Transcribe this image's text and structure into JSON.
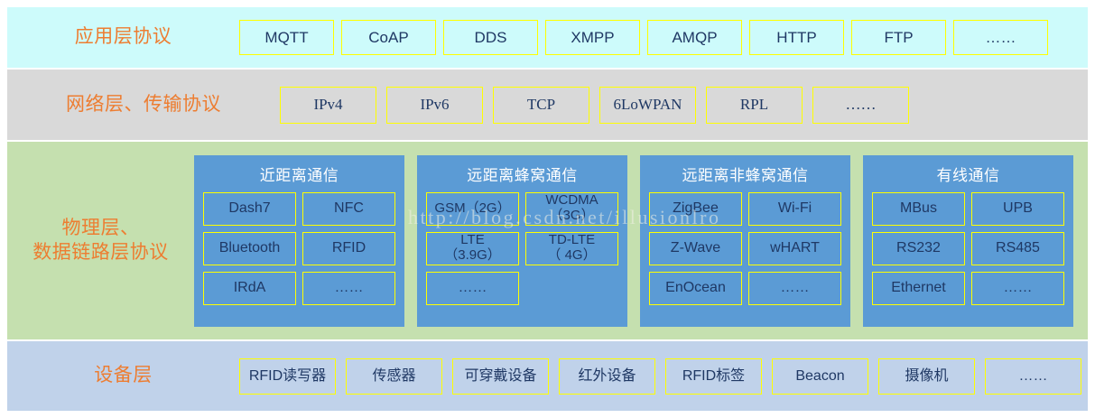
{
  "layers": {
    "application": {
      "title": "应用层协议",
      "bg": "#cdfbfb",
      "items": [
        "MQTT",
        "CoAP",
        "DDS",
        "XMPP",
        "AMQP",
        "HTTP",
        "FTP",
        "……"
      ]
    },
    "network": {
      "title": "网络层、传输协议",
      "bg": "#d9d9d9",
      "items": [
        "IPv4",
        "IPv6",
        "TCP",
        "6LoWPAN",
        "RPL",
        "……"
      ]
    },
    "physical": {
      "title": "物理层、\n数据链路层协议",
      "bg": "#c5e0af",
      "groups": [
        {
          "title": "近距离通信",
          "items": [
            "Dash7",
            "NFC",
            "Bluetooth",
            "RFID",
            "IRdA",
            "……"
          ]
        },
        {
          "title": "远距离蜂窝通信",
          "items": [
            "GSM（2G）",
            "WCDMA\n（3G）",
            "LTE\n（3.9G）",
            "TD-LTE\n（ 4G）",
            "……",
            ""
          ]
        },
        {
          "title": "远距离非蜂窝通信",
          "items": [
            "ZigBee",
            "Wi-Fi",
            "Z-Wave",
            "wHART",
            "EnOcean",
            "……"
          ]
        },
        {
          "title": "有线通信",
          "items": [
            "MBus",
            "UPB",
            "RS232",
            "RS485",
            "Ethernet",
            "……"
          ]
        }
      ]
    },
    "device": {
      "title": "设备层",
      "bg": "#c0d2ea",
      "items": [
        "RFID读写器",
        "传感器",
        "可穿戴设备",
        "红外设备",
        "RFID标签",
        "Beacon",
        "摄像机",
        "……"
      ]
    }
  },
  "watermark": "http://blog.csdn.net/illusionlro",
  "colors": {
    "title_text": "#ed7d31",
    "chip_border": "#ffff00",
    "chip_text": "#1f3864",
    "group_bg": "#5b9bd5",
    "group_title_text": "#ffffff"
  }
}
